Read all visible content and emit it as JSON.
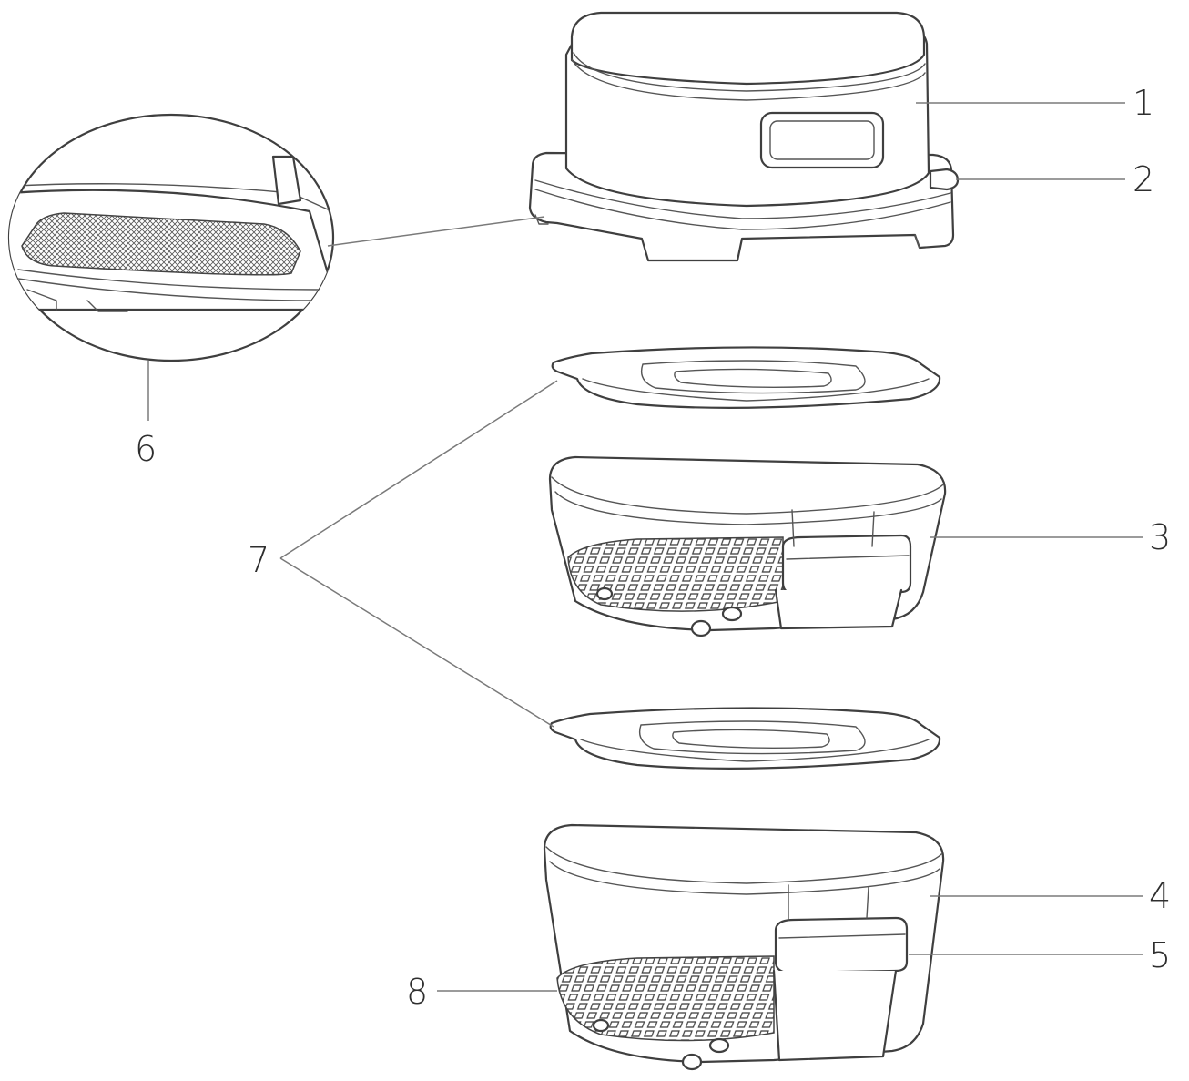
{
  "callouts": {
    "c1": "1",
    "c2": "2",
    "c3": "3",
    "c4": "4",
    "c5": "5",
    "c6": "6",
    "c7": "7",
    "c8": "8"
  },
  "colors": {
    "line": "#3f3f3f",
    "leader": "#7a7a7a",
    "background": "#ffffff"
  }
}
